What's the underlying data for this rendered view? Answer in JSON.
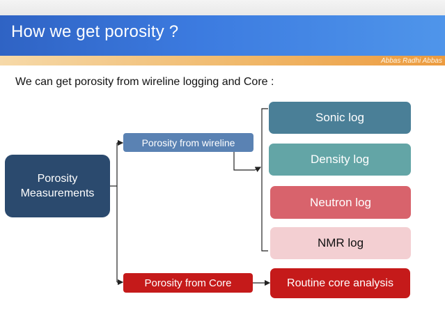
{
  "header": {
    "title": "How we get porosity ?",
    "author": "Abbas Radhi Abbas"
  },
  "subtitle": "We can get porosity from wireline logging and Core :",
  "diagram": {
    "root": {
      "line1": "Porosity",
      "line2": "Measurements"
    },
    "wireline": "Porosity from wireline",
    "core": "Porosity from Core",
    "logs": [
      "Sonic log",
      "Density log",
      "Neutron log",
      "NMR log"
    ],
    "core_result": "Routine core analysis"
  },
  "colors": {
    "title_bar": "#3c7be0",
    "accent_bar": "#f0b86a",
    "root": "#2b4a6e",
    "wireline": "#5a82b3",
    "sonic": "#4a7f97",
    "density": "#63a5a6",
    "neutron": "#d8636c",
    "nmr": "#f3cfd2",
    "core": "#c51a1a"
  }
}
